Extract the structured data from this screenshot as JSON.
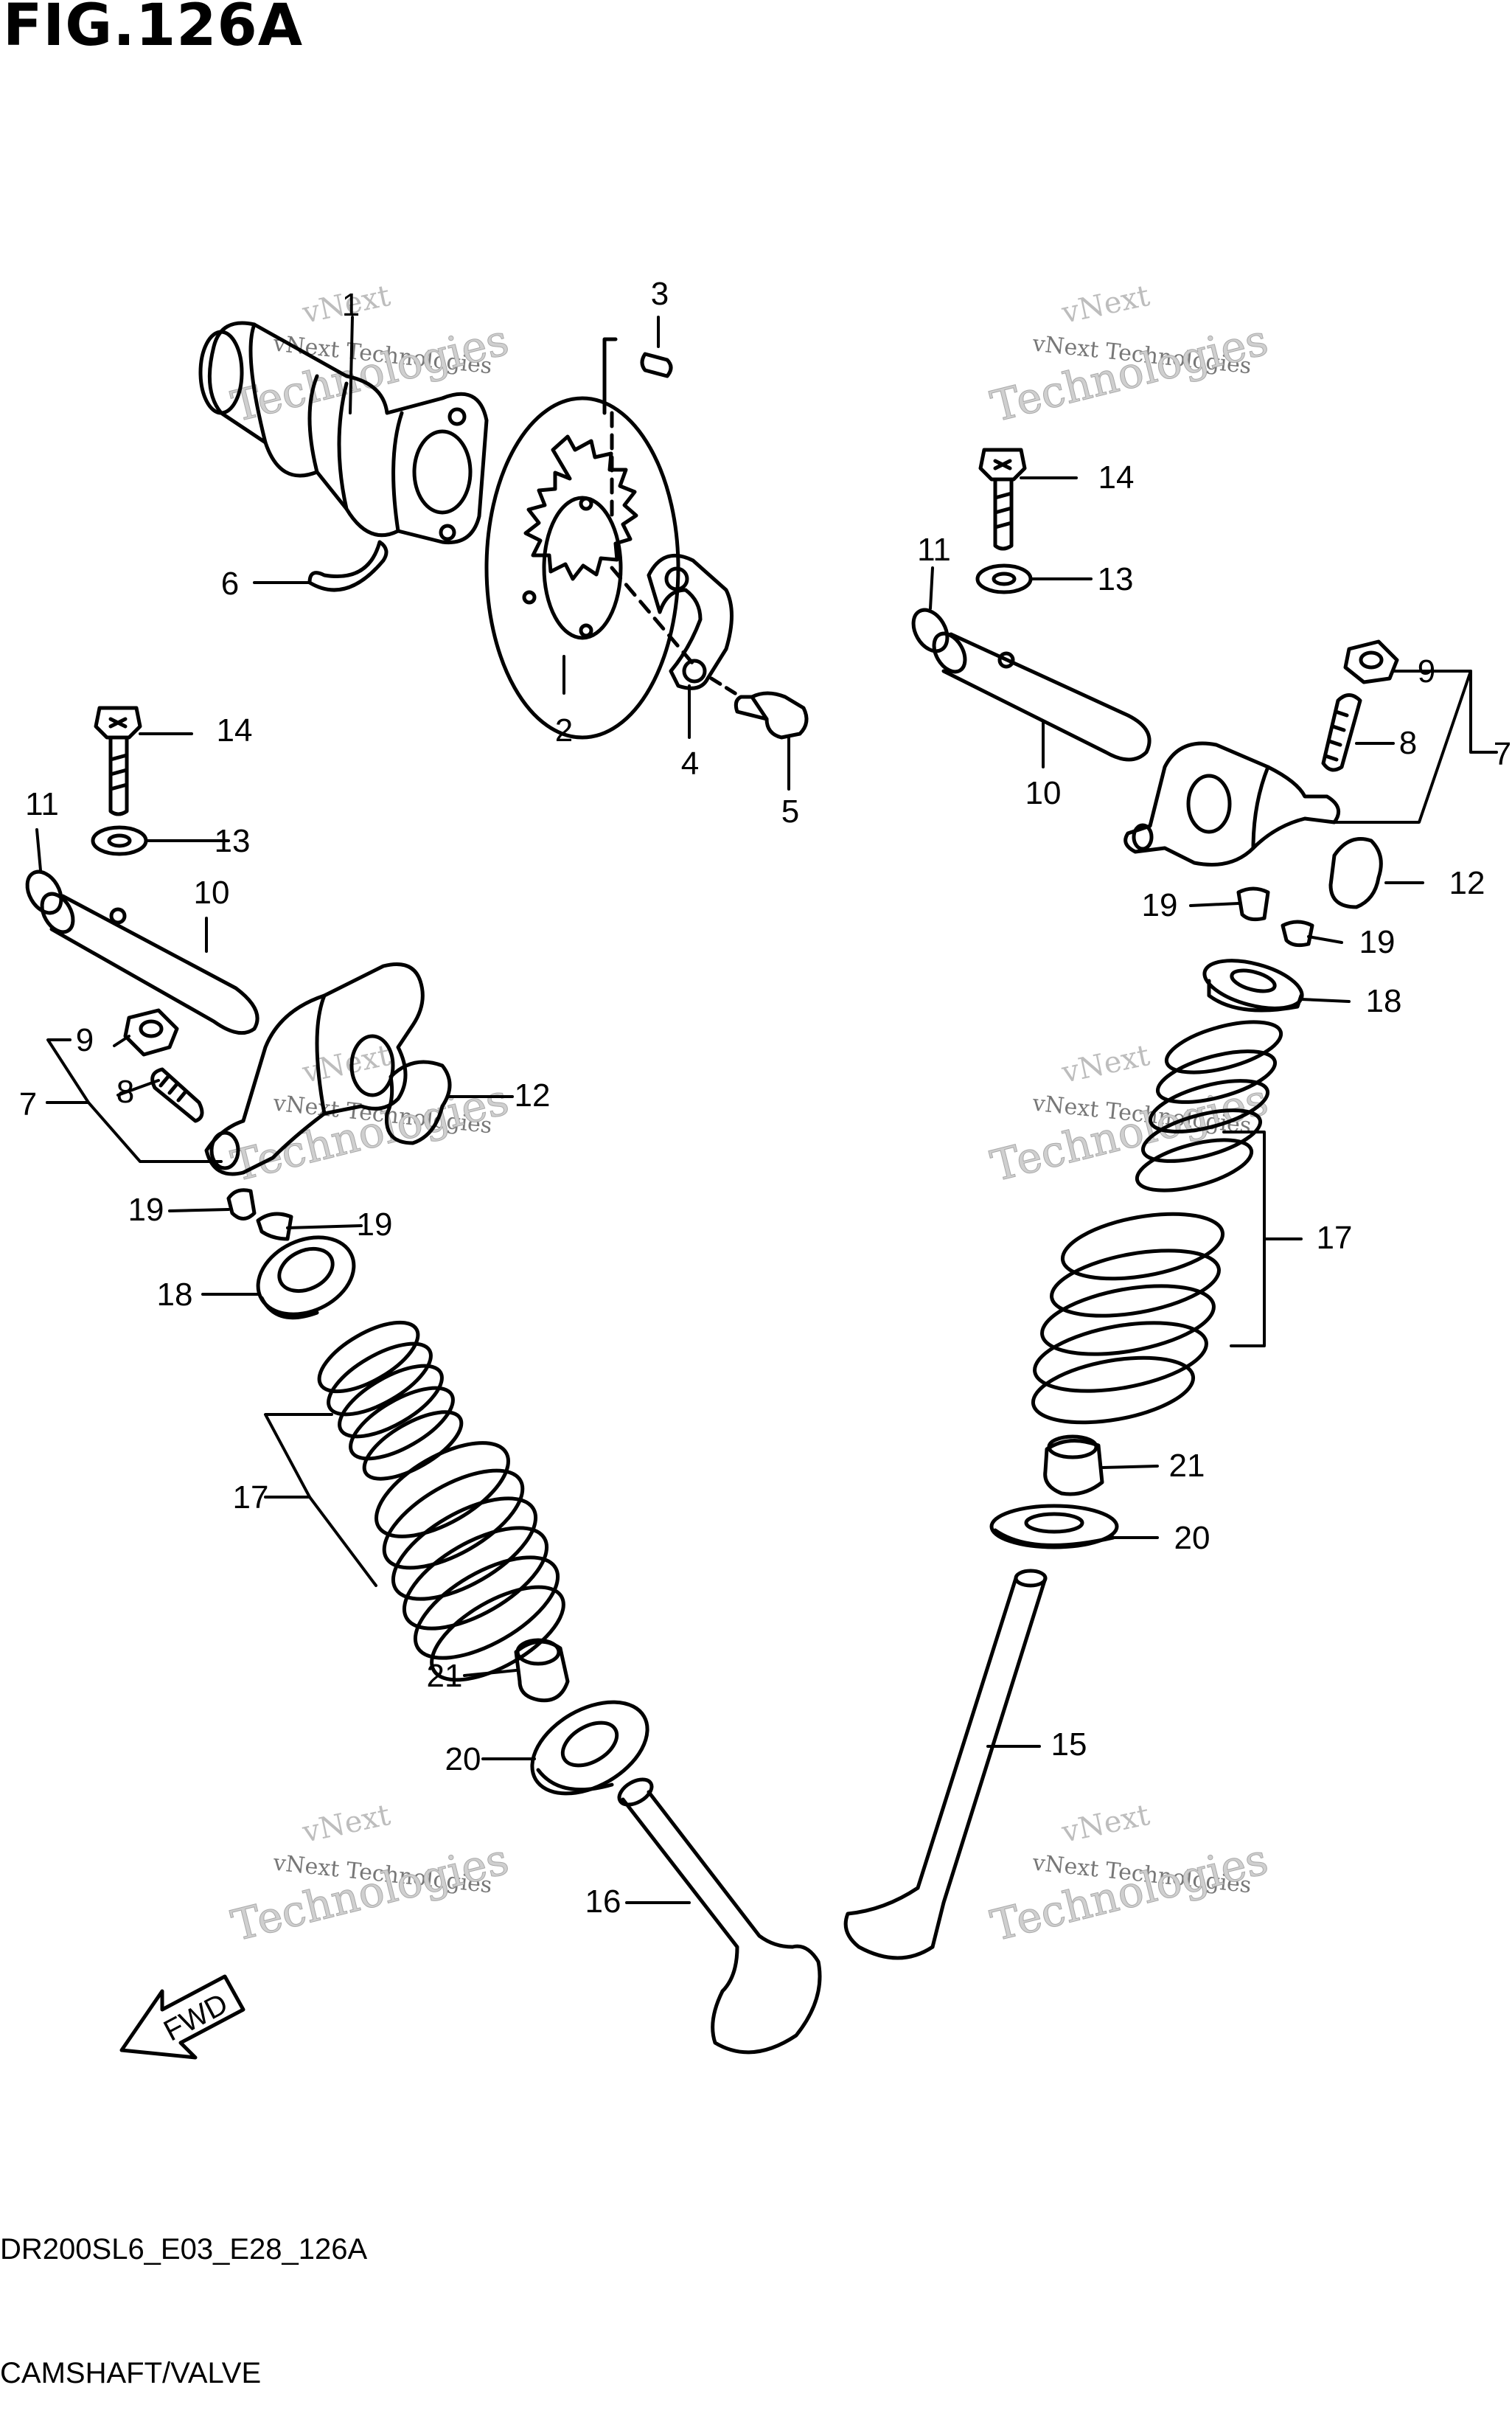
{
  "figure": {
    "title": "FIG.126A",
    "code": "DR200SL6_E03_E28_126A",
    "subtitle": "CAMSHAFT/VALVE",
    "fwd": "FWD"
  },
  "watermark": {
    "brand": "vNext",
    "line1": "vNext Technologies",
    "line2": "Technologies"
  },
  "callouts": [
    {
      "id": "c1",
      "text": "1"
    },
    {
      "id": "c2",
      "text": "2"
    },
    {
      "id": "c3",
      "text": "3"
    },
    {
      "id": "c4",
      "text": "4"
    },
    {
      "id": "c5",
      "text": "5"
    },
    {
      "id": "c6",
      "text": "6"
    },
    {
      "id": "c7l",
      "text": "7"
    },
    {
      "id": "c7r",
      "text": "7"
    },
    {
      "id": "c8l",
      "text": "8"
    },
    {
      "id": "c8r",
      "text": "8"
    },
    {
      "id": "c9l",
      "text": "9"
    },
    {
      "id": "c9r",
      "text": "9"
    },
    {
      "id": "c10l",
      "text": "10"
    },
    {
      "id": "c10r",
      "text": "10"
    },
    {
      "id": "c11l",
      "text": "11"
    },
    {
      "id": "c11r",
      "text": "11"
    },
    {
      "id": "c12l",
      "text": "12"
    },
    {
      "id": "c12r",
      "text": "12"
    },
    {
      "id": "c13l",
      "text": "13"
    },
    {
      "id": "c13r",
      "text": "13"
    },
    {
      "id": "c14l",
      "text": "14"
    },
    {
      "id": "c14r",
      "text": "14"
    },
    {
      "id": "c15",
      "text": "15"
    },
    {
      "id": "c16",
      "text": "16"
    },
    {
      "id": "c17l",
      "text": "17"
    },
    {
      "id": "c17r",
      "text": "17"
    },
    {
      "id": "c18l",
      "text": "18"
    },
    {
      "id": "c18r",
      "text": "18"
    },
    {
      "id": "c19la",
      "text": "19"
    },
    {
      "id": "c19lb",
      "text": "19"
    },
    {
      "id": "c19ra",
      "text": "19"
    },
    {
      "id": "c19rb",
      "text": "19"
    },
    {
      "id": "c20l",
      "text": "20"
    },
    {
      "id": "c20r",
      "text": "20"
    },
    {
      "id": "c21l",
      "text": "21"
    },
    {
      "id": "c21r",
      "text": "21"
    }
  ],
  "colors": {
    "ink": "#000000",
    "watermark": "#bdbdbd"
  }
}
